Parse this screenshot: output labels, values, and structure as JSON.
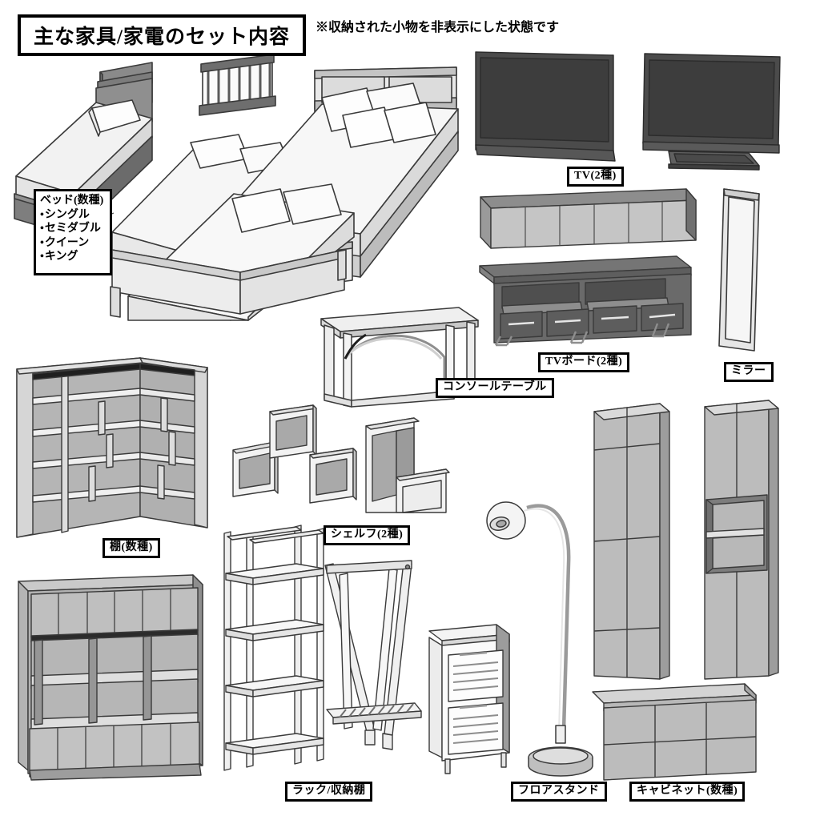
{
  "header": {
    "title": "主な家具/家電のセット内容",
    "note": "※収納された小物を非表示にした状態です"
  },
  "labels": {
    "bed_heading": "ベッド(数種)",
    "bed_items": [
      "シングル",
      "セミダブル",
      "クイーン",
      "キング"
    ],
    "tv": "TV(2種)",
    "tv_board": "TVボード(2種)",
    "mirror": "ミラー",
    "console_table": "コンソールテーブル",
    "shelf": "シェルフ(2種)",
    "rack_unit": "棚(数種)",
    "rack_storage": "ラック/収納棚",
    "floor_stand": "フロアスタンド",
    "cabinet": "キャビネット(数種)"
  },
  "items": [
    {
      "name": "bed-single",
      "label": "ベッド(数種)"
    },
    {
      "name": "bed-semi-double",
      "label": "ベッド(数種)"
    },
    {
      "name": "bed-queen",
      "label": "ベッド(数種)"
    },
    {
      "name": "bed-king",
      "label": "ベッド(数種)"
    },
    {
      "name": "tv-wall",
      "label": "TV(2種)"
    },
    {
      "name": "tv-stand",
      "label": "TV(2種)"
    },
    {
      "name": "tv-board-floating",
      "label": "TVボード(2種)"
    },
    {
      "name": "tv-board-legged",
      "label": "TVボード(2種)"
    },
    {
      "name": "mirror-full-length",
      "label": "ミラー"
    },
    {
      "name": "console-table",
      "label": "コンソールテーブル"
    },
    {
      "name": "shelf-box",
      "label": "シェルフ(2種)"
    },
    {
      "name": "shelf-l-shape",
      "label": "シェルフ(2種)"
    },
    {
      "name": "corner-bookshelf",
      "label": "棚(数種)"
    },
    {
      "name": "wall-cabinet-wide",
      "label": "棚(数種)"
    },
    {
      "name": "open-rack",
      "label": "ラック/収納棚"
    },
    {
      "name": "clothes-rack",
      "label": "ラック/収納棚"
    },
    {
      "name": "louver-cabinet",
      "label": "ラック/収納棚"
    },
    {
      "name": "floor-lamp",
      "label": "フロアスタンド"
    },
    {
      "name": "tall-cabinet-plain",
      "label": "キャビネット(数種)"
    },
    {
      "name": "tall-cabinet-open",
      "label": "キャビネット(数種)"
    },
    {
      "name": "sideboard",
      "label": "キャビネット(数種)"
    }
  ],
  "colors": {
    "outline": "#3a3a3a",
    "dark_gray": "#6e6e6e",
    "mid_gray": "#a8a8a8",
    "light_gray": "#d0d0d0",
    "pale": "#ececec",
    "white": "#fbfbfb",
    "screen": "#3d3d3d",
    "bezel": "#555555",
    "border": "#000000"
  }
}
